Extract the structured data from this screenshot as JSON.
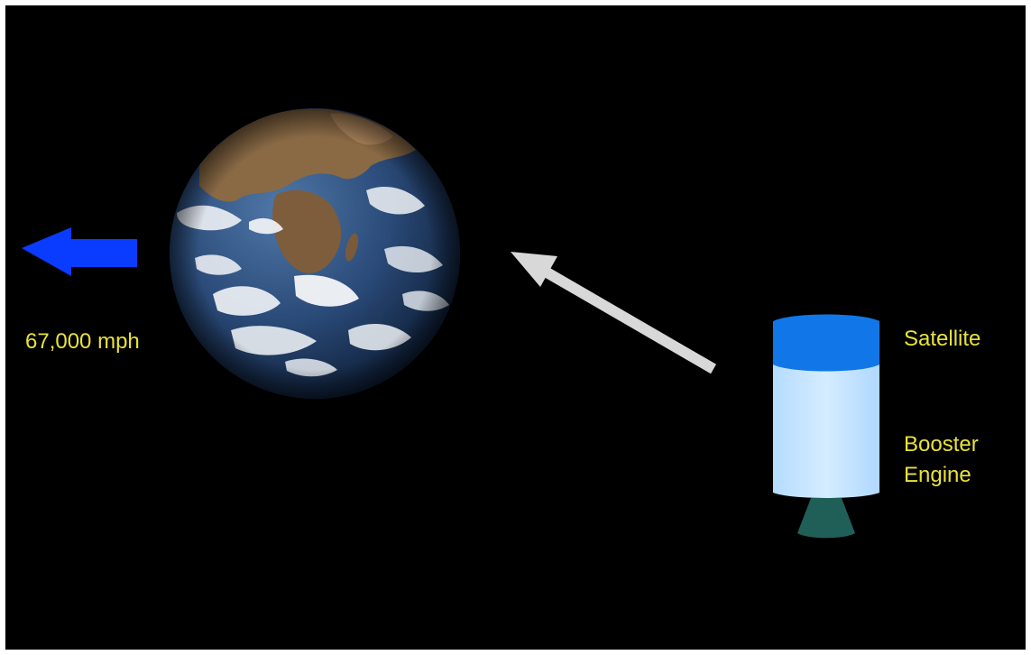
{
  "labels": {
    "speed": "67,000 mph",
    "satellite": "Satellite",
    "booster_line1": "Booster",
    "booster_line2": "Engine"
  },
  "colors": {
    "background": "#000000",
    "label_text": "#e8e23a",
    "velocity_arrow": "#0a3cff",
    "trajectory_arrow": "#d8d8d8",
    "satellite": "#1177e8",
    "booster": "#c8e6ff",
    "nozzle": "#1f5f57",
    "ocean": "#1e3d6b",
    "land": "#8a6a45",
    "clouds": "#f2f4f7"
  },
  "icons": {
    "planet": "earth-globe-icon",
    "velocity": "left-arrow-icon",
    "trajectory": "diagonal-arrow-icon",
    "rocket": "rocket-stack-icon"
  }
}
